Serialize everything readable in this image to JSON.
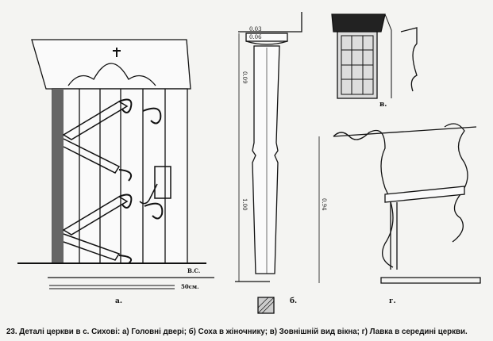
{
  "figure": {
    "labels": {
      "a": "а.",
      "b": "б.",
      "c": "в.",
      "d": "г."
    },
    "dimensions": {
      "d1": "0.03",
      "d2": "0.06",
      "d3": "0.09",
      "d4": "1.00",
      "bench_height": "0.94"
    },
    "scale_label": "50см.",
    "signature": "В.С.",
    "caption": "23. Деталі церкви в с. Сихові: а) Головні двері; б) Соха в жіночнику; в) Зовнішній вид вікна; г) Лавка в середині церкви."
  }
}
